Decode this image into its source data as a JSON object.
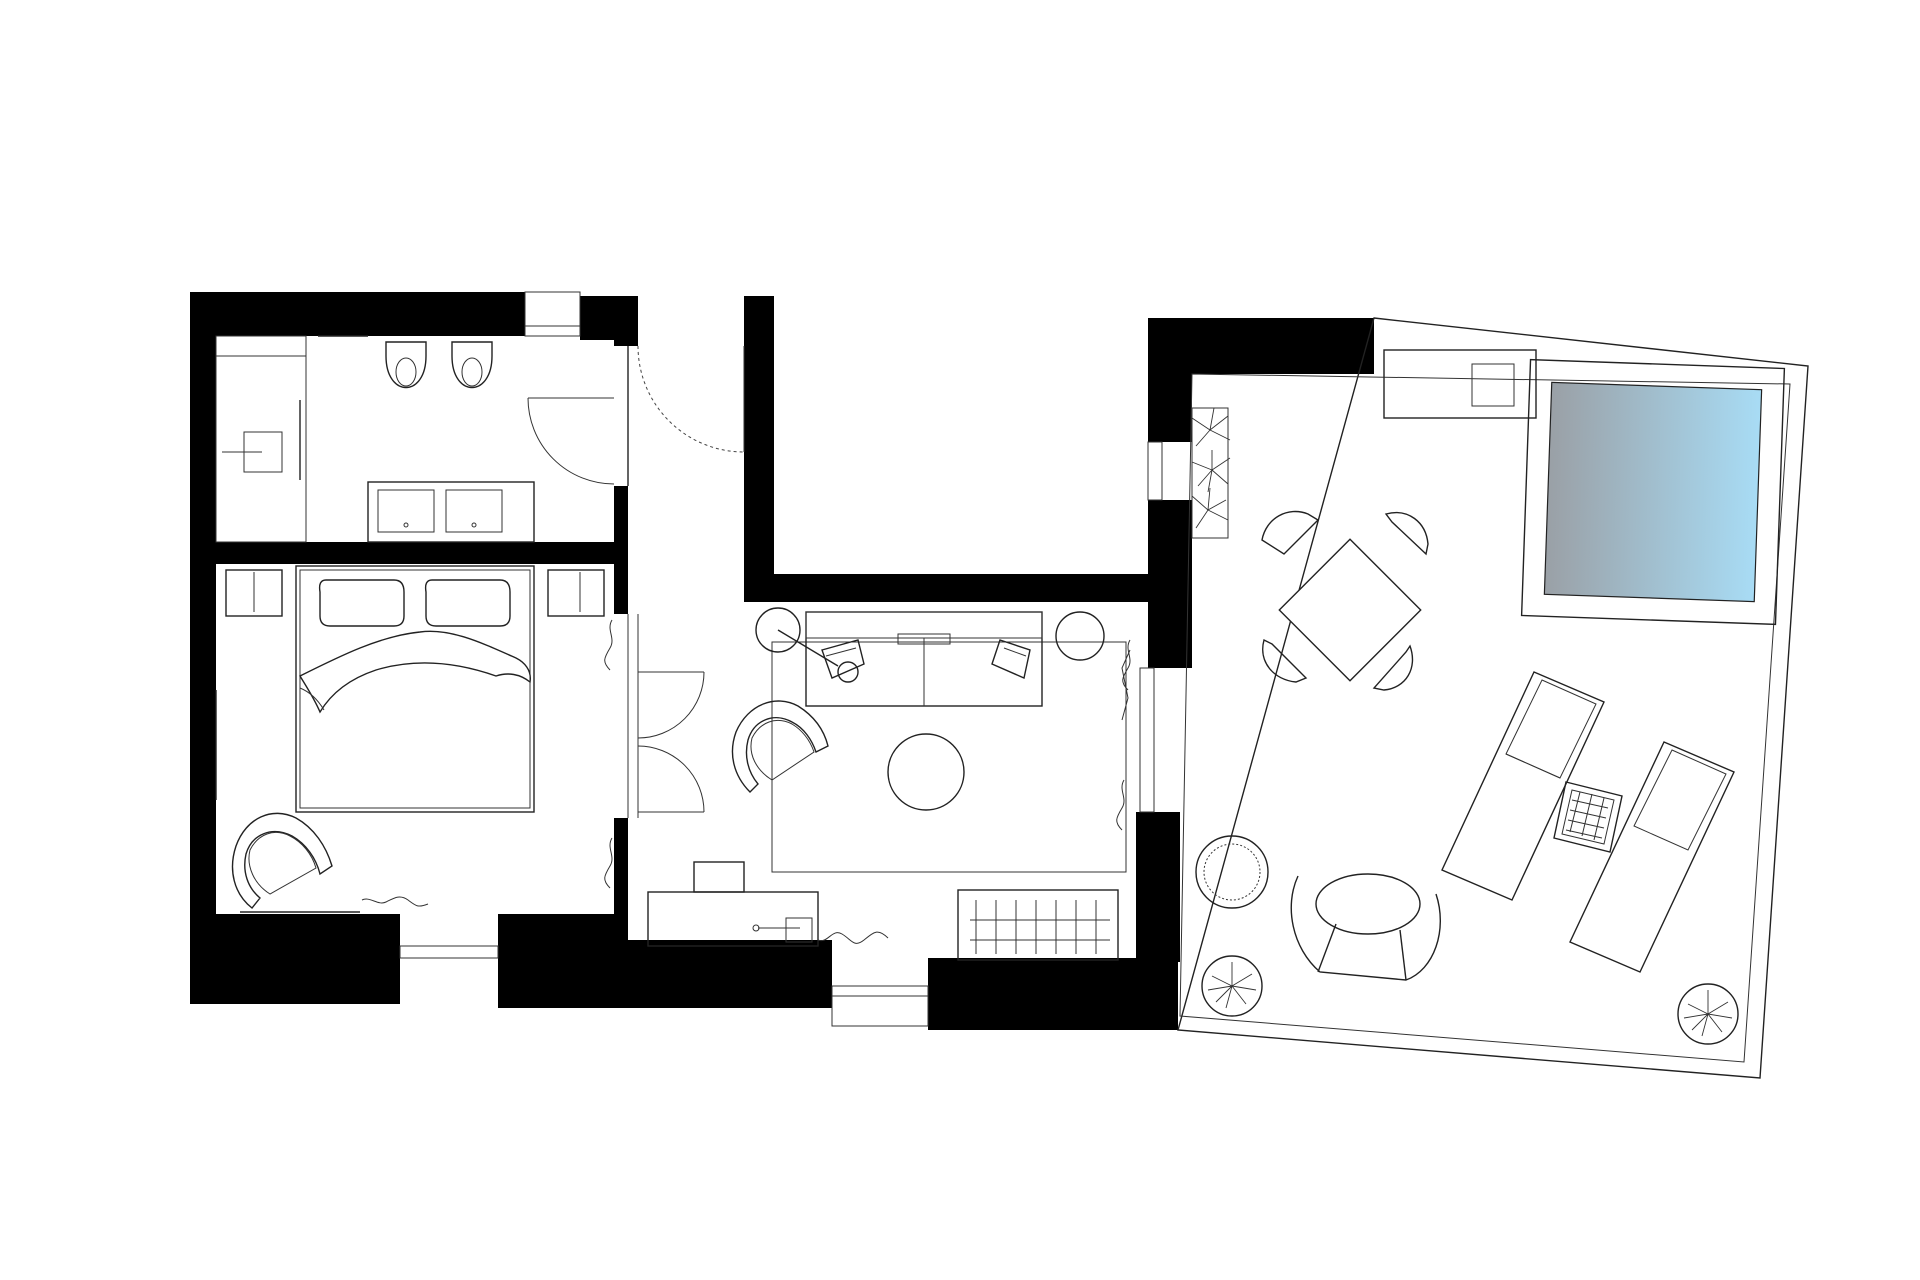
{
  "plan": {
    "type": "architectural floor plan",
    "rooms": [
      "bathroom",
      "bedroom",
      "hallway",
      "living room",
      "terrace"
    ],
    "has_text_labels": false,
    "pool_gradient": [
      "#9aa0a6",
      "#a8dcf5"
    ],
    "wall_color": "#000000",
    "line_color": "#222222",
    "background": "#ffffff"
  }
}
